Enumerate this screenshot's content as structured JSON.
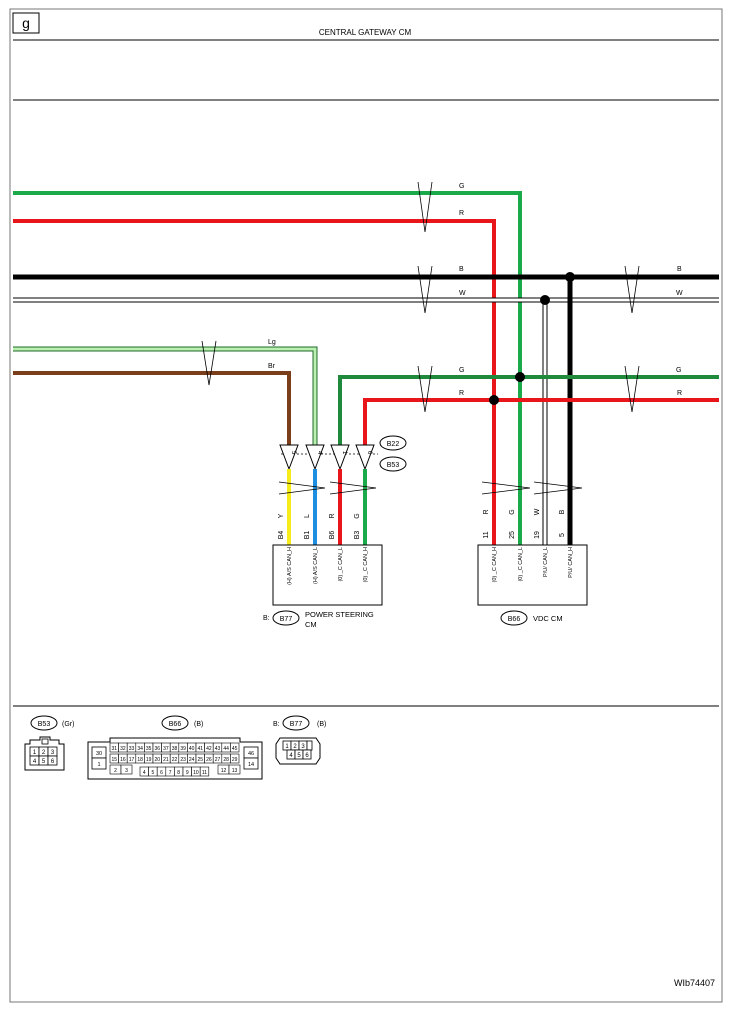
{
  "header": {
    "page_letter": "g",
    "title": "CENTRAL GATEWAY CM"
  },
  "wires": {
    "top_green": "G",
    "top_red": "R",
    "black_left": "B",
    "black_right": "B",
    "white_left": "W",
    "white_right": "W",
    "lg": "Lg",
    "br": "Br",
    "mid_green_left": "G",
    "mid_green_right": "G",
    "mid_red_left": "R",
    "mid_red_right": "R"
  },
  "connectors": {
    "b22": "B22",
    "b53": "B53"
  },
  "connector_pins": [
    "5",
    "4",
    "1",
    "6"
  ],
  "power_steering": {
    "prefix": "B:",
    "connector": "B77",
    "name_line1": "POWER STEERING",
    "name_line2": "CM",
    "wire_colors": [
      "Y",
      "L",
      "R",
      "G"
    ],
    "pin_ids": [
      "B4",
      "B1",
      "B6",
      "B3"
    ],
    "signals": [
      "(H) A/S CAN_H",
      "(H) A/S CAN_L",
      "(0) _C CAN_L",
      "(0) _C CAN_H"
    ]
  },
  "vdc": {
    "connector": "B66",
    "name": "VDC CM",
    "wire_colors": [
      "R",
      "G",
      "W",
      "B"
    ],
    "pin_ids": [
      "11",
      "25",
      "19",
      "5"
    ],
    "signals": [
      "(0) _C CAN_H",
      "(0) _C CAN_L",
      "P/U/ CAN_L",
      "P/U/ CAN_H"
    ]
  },
  "connector_views": {
    "b53": {
      "id": "B53",
      "color": "(Gr)",
      "pins_top": [
        "1",
        "2",
        "3"
      ],
      "pins_bottom": [
        "4",
        "5",
        "6"
      ]
    },
    "b66": {
      "id": "B66",
      "color": "(B)",
      "left_top": "30",
      "left_bottom": "1",
      "row1": [
        "31",
        "32",
        "33",
        "34",
        "35",
        "36",
        "37",
        "38",
        "39",
        "40",
        "41",
        "42",
        "43",
        "44",
        "45"
      ],
      "row2": [
        "15",
        "16",
        "17",
        "18",
        "19",
        "20",
        "21",
        "22",
        "23",
        "24",
        "25",
        "26",
        "27",
        "28",
        "29"
      ],
      "row3_left": [
        "2",
        "3"
      ],
      "row3_mid": [
        "4",
        "5",
        "6",
        "7",
        "8",
        "9",
        "10",
        "11"
      ],
      "row3_right": [
        "12",
        "13"
      ],
      "right_top": "46",
      "right_bottom": "14"
    },
    "b77": {
      "prefix": "B:",
      "id": "B77",
      "color": "(B)",
      "pins_top": [
        "1",
        "2",
        "3"
      ],
      "pins_bottom": [
        "4",
        "5",
        "6"
      ]
    }
  },
  "footer": {
    "figure_id": "WIb74407"
  },
  "colors": {
    "green": "#1aaa4a",
    "red": "#e8161b",
    "black": "#000000",
    "light_green": "#b9f0b0",
    "brown": "#7a3e1a",
    "dark_green": "#1f8a3c",
    "yellow": "#f5ec1a",
    "blue": "#1e8fe0"
  }
}
